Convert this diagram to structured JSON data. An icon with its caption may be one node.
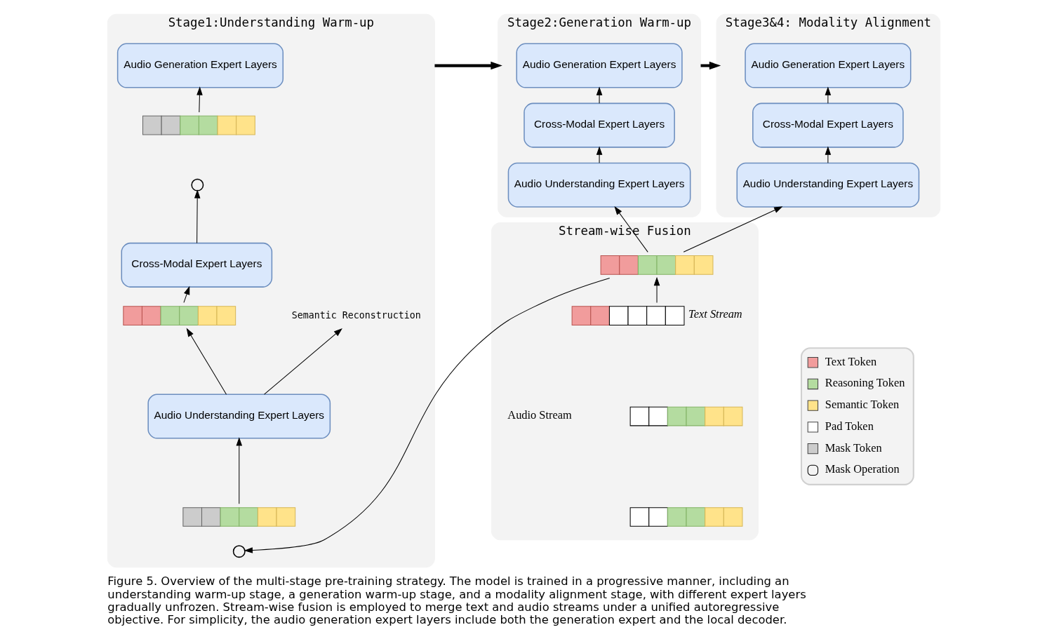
{
  "diagram": {
    "caption": "Figure 5. Overview of the multi-stage pre-training strategy. The model is trained in a progressive manner, including an understanding warm-up stage, a generation warm-up stage, and a modality alignment stage, with different expert layers gradually unfrozen. Stream-wise fusion is employed to merge text and audio streams under a unified autoregressive objective. For simplicity, the audio generation expert layers include both the generation expert and the local decoder.",
    "nodes": [
      {
        "text": [
          "Stage1:Understanding Warm-up"
        ]
      },
      {
        "text": [
          "Audio Generation Expert Layers"
        ],
        "in": 0
      },
      {
        "text": [],
        "shape": "bar",
        "in": 0
      },
      {
        "text": [],
        "shape": "circle",
        "in": 0
      },
      {
        "text": [
          "Cross-Modal Expert Layers"
        ],
        "in": 0
      },
      {
        "text": [],
        "shape": "bar",
        "in": 0
      },
      {
        "text": [
          "Audio Understanding Expert Layers"
        ],
        "in": 0
      },
      {
        "text": [],
        "shape": "bar",
        "in": 0
      },
      {
        "text": [],
        "shape": "circle",
        "in": 0
      },
      {
        "text": [
          "Semantic Reconstruction"
        ],
        "in": 0
      },
      {
        "text": [
          "Stage2:Generation Warm-up"
        ]
      },
      {
        "text": [
          "Audio Generation Expert Layers"
        ],
        "in": 10
      },
      {
        "text": [
          "Cross-Modal Expert Layers"
        ],
        "in": 10
      },
      {
        "text": [
          "Audio Understanding Expert Layers"
        ],
        "in": 10
      },
      {
        "text": [
          "Stage3&4: Modality Alignment"
        ]
      },
      {
        "text": [
          "Audio Generation Expert Layers"
        ],
        "in": 14
      },
      {
        "text": [
          "Cross-Modal Expert Layers"
        ],
        "in": 14
      },
      {
        "text": [
          "Audio Understanding Expert Layers"
        ],
        "in": 14
      },
      {
        "text": [
          "Stream-wise Fusion"
        ]
      },
      {
        "text": [],
        "shape": "bar",
        "in": 18
      },
      {
        "text": [],
        "shape": "bar",
        "in": 18,
        "beside": [
          "Text Stream"
        ]
      },
      {
        "text": [],
        "shape": "bar",
        "in": 18
      },
      {
        "text": [],
        "shape": "bar",
        "in": 18
      }
    ],
    "edges": [
      {
        "from": 6,
        "to": 5,
        "arrow": "to"
      },
      {
        "from": 5,
        "to": 4,
        "arrow": "to"
      },
      {
        "from": 4,
        "to": 3,
        "arrow": "to"
      },
      {
        "from": 2,
        "to": 1,
        "arrow": "to"
      },
      {
        "from": 7,
        "to": 6,
        "arrow": "to"
      },
      {
        "from": 19,
        "to": 8,
        "arrow": "to"
      },
      {
        "from": 6,
        "to": 9,
        "arrow": "to"
      },
      {
        "from": 0,
        "to": 10,
        "arrow": "to",
        "style": "thick"
      },
      {
        "from": 10,
        "to": 14,
        "arrow": "to",
        "style": "thick"
      },
      {
        "from": 13,
        "to": 12,
        "arrow": "to"
      },
      {
        "from": 12,
        "to": 11,
        "arrow": "to"
      },
      {
        "from": 17,
        "to": 16,
        "arrow": "to"
      },
      {
        "from": 16,
        "to": 15,
        "arrow": "to"
      },
      {
        "from": 20,
        "to": 19,
        "arrow": "to"
      },
      {
        "from": 19,
        "to": 13,
        "arrow": "to"
      },
      {
        "from": 19,
        "to": 17,
        "arrow": "to"
      }
    ],
    "labels": [
      "Audio Stream"
    ],
    "legend": [
      {
        "text": "Text Token",
        "color": "#f19c9c"
      },
      {
        "text": "Reasoning Token",
        "color": "#b4dca0"
      },
      {
        "text": "Semantic Token",
        "color": "#ffe38a"
      },
      {
        "text": "Pad Token",
        "color": "#ffffff"
      },
      {
        "text": "Mask Token",
        "color": "#cccccc"
      },
      {
        "text": "Mask Operation"
      }
    ]
  }
}
